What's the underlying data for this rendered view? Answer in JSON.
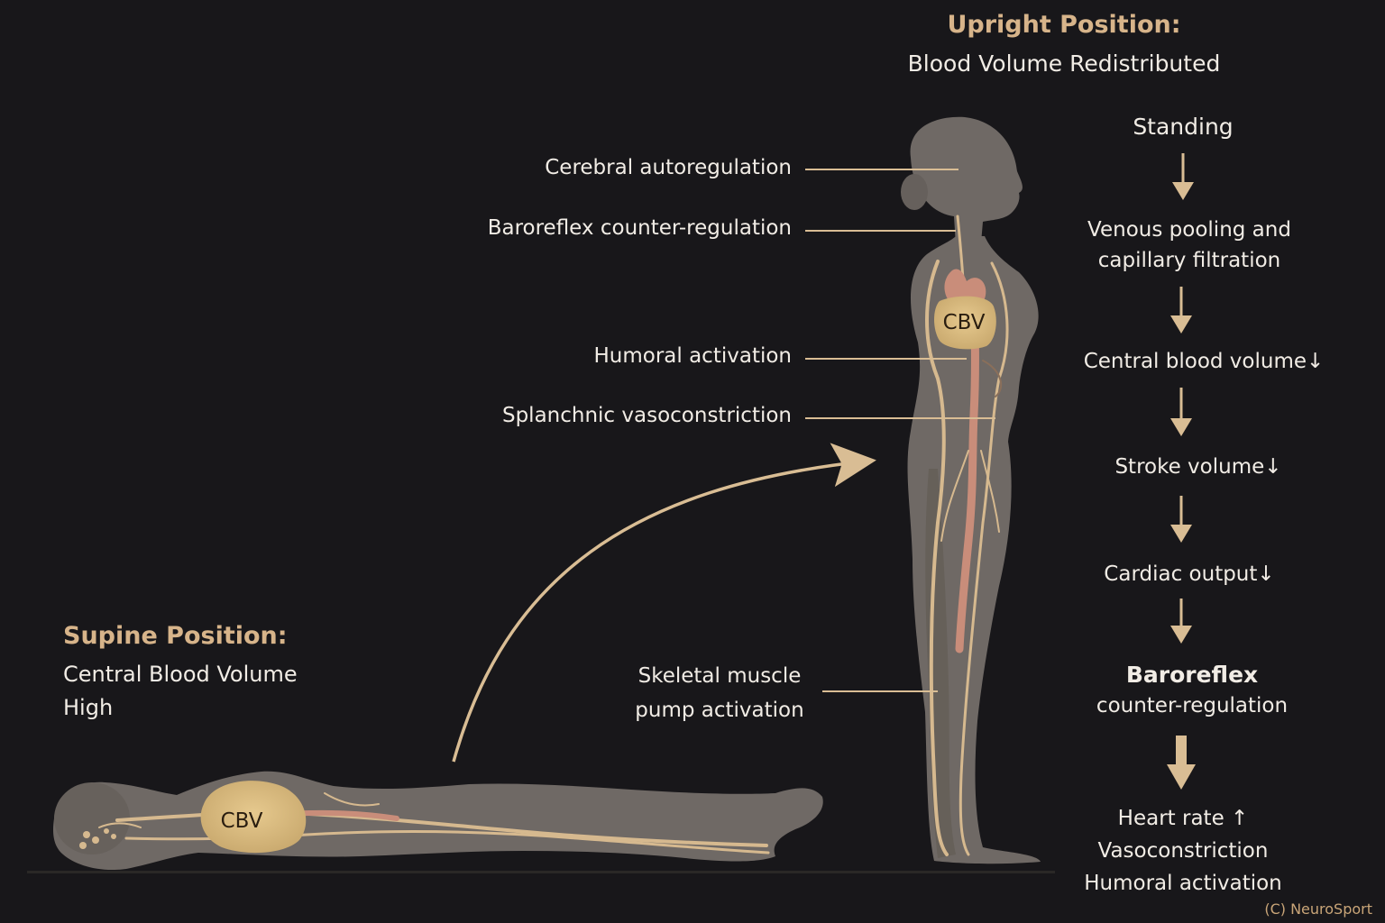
{
  "upright": {
    "title": "Upright Position:",
    "subtitle": "Blood Volume Redistributed"
  },
  "supine": {
    "title": "Supine Position:",
    "subtitle_line1": "Central Blood Volume",
    "subtitle_line2": "High"
  },
  "cbv_label": "CBV",
  "callouts": {
    "cerebral": "Cerebral autoregulation",
    "baroreflex": "Baroreflex counter-regulation",
    "humoral": "Humoral activation",
    "splanchnic": "Splanchnic vasoconstriction",
    "skeletal_line1": "Skeletal muscle",
    "skeletal_line2": "pump activation"
  },
  "flowchart": {
    "step1": "Standing",
    "step2_line1": "Venous pooling and",
    "step2_line2": "capillary filtration",
    "step3": "Central blood volume↓",
    "step4": "Stroke volume↓",
    "step5": "Cardiac output↓",
    "step6_line1": "Baroreflex",
    "step6_line2": "counter-regulation",
    "step7_line1": "Heart rate ↑",
    "step7_line2": "Vasoconstriction",
    "step7_line3": "Humoral activation"
  },
  "copyright": "(C) NeuroSport",
  "colors": {
    "background": "#18171a",
    "accent_gold": "#d7b48a",
    "body_silhouette": "#6e6863",
    "vessel": "#d6b98f",
    "artery": "#c98d7a",
    "cbv_fill": "#d8b97e"
  }
}
